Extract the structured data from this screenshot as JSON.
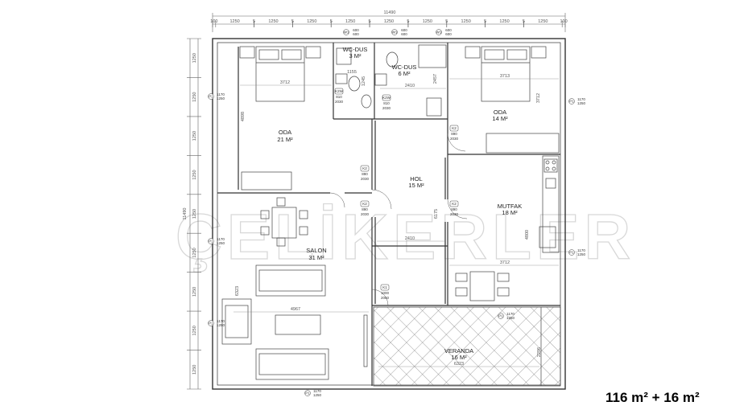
{
  "watermark": "ÇELİKERLER",
  "summary": "116 m² + 16 m²",
  "overall_dims": {
    "top": "11490",
    "left": "11490"
  },
  "top_segments": [
    "100",
    "1250",
    "5",
    "1250",
    "5",
    "1250",
    "5",
    "1250",
    "5",
    "1250",
    "5",
    "1250",
    "5",
    "1250",
    "5",
    "1250",
    "5",
    "1250",
    "100"
  ],
  "left_segments": [
    "1250",
    "1250",
    "1250",
    "1250",
    "1250",
    "1250",
    "1250",
    "1250",
    "1250"
  ],
  "rooms": {
    "oda_left": {
      "name": "ODA",
      "area": "21 M²"
    },
    "wc_small": {
      "name": "WC-DUS",
      "area": "3 M²"
    },
    "wc_big": {
      "name": "WC-DUS",
      "area": "6 M²"
    },
    "oda_right": {
      "name": "ODA",
      "area": "14 M²"
    },
    "hol": {
      "name": "HOL",
      "area": "15 M²"
    },
    "mutfak": {
      "name": "MUTFAK",
      "area": "18 M²"
    },
    "salon": {
      "name": "SALON",
      "area": "31 M²"
    },
    "veranda": {
      "name": "VERANDA",
      "area": "16 M²"
    }
  },
  "inner_dims": {
    "d3712a": "3712",
    "d4898": "4898",
    "d1155": "1155",
    "d1245": "1245",
    "d2410a": "2410",
    "d2457": "2457",
    "d3713": "3713",
    "d3712r": "3712",
    "d6175": "6175",
    "d2410b": "2410",
    "d4800": "4800",
    "d3712m": "3712",
    "d6323": "6323",
    "d4967": "4967",
    "d2296": "2296",
    "d6323v": "6323"
  },
  "doors": {
    "k2a": {
      "code": "K2",
      "w": "890",
      "h": "2030"
    },
    "k2b": {
      "code": "K2",
      "w": "890",
      "h": "2030"
    },
    "k2c": {
      "code": "K2",
      "w": "890",
      "h": "2030"
    },
    "k2d": {
      "code": "K2",
      "w": "890",
      "h": "2030"
    },
    "k2e": {
      "code": "K2",
      "w": "890",
      "h": "2030"
    },
    "k1": {
      "code": "K1",
      "w": "1000",
      "h": "2050"
    },
    "kw1": {
      "code": "K2W",
      "w": "810",
      "h": "2030"
    },
    "kw2": {
      "code": "K2W",
      "w": "810",
      "h": "2030"
    }
  },
  "windows": {
    "w1": {
      "code": "W1",
      "w": "600",
      "h": "600"
    },
    "w2": {
      "code": "W1",
      "w": "600",
      "h": "600"
    },
    "w3": {
      "code": "W1",
      "w": "600",
      "h": "600"
    },
    "p1a": {
      "code": "P1",
      "w": "1170",
      "h": "1250"
    },
    "p1b": {
      "code": "P1",
      "w": "1170",
      "h": "1250"
    },
    "p1c": {
      "code": "P1",
      "w": "1170",
      "h": "1250"
    },
    "p1d": {
      "code": "P1",
      "w": "1170",
      "h": "1250"
    },
    "p1e": {
      "code": "P1",
      "w": "1170",
      "h": "1250"
    },
    "p1f": {
      "code": "P1",
      "w": "1170",
      "h": "1250"
    },
    "p1g": {
      "code": "P1",
      "w": "1170",
      "h": "1250"
    }
  }
}
